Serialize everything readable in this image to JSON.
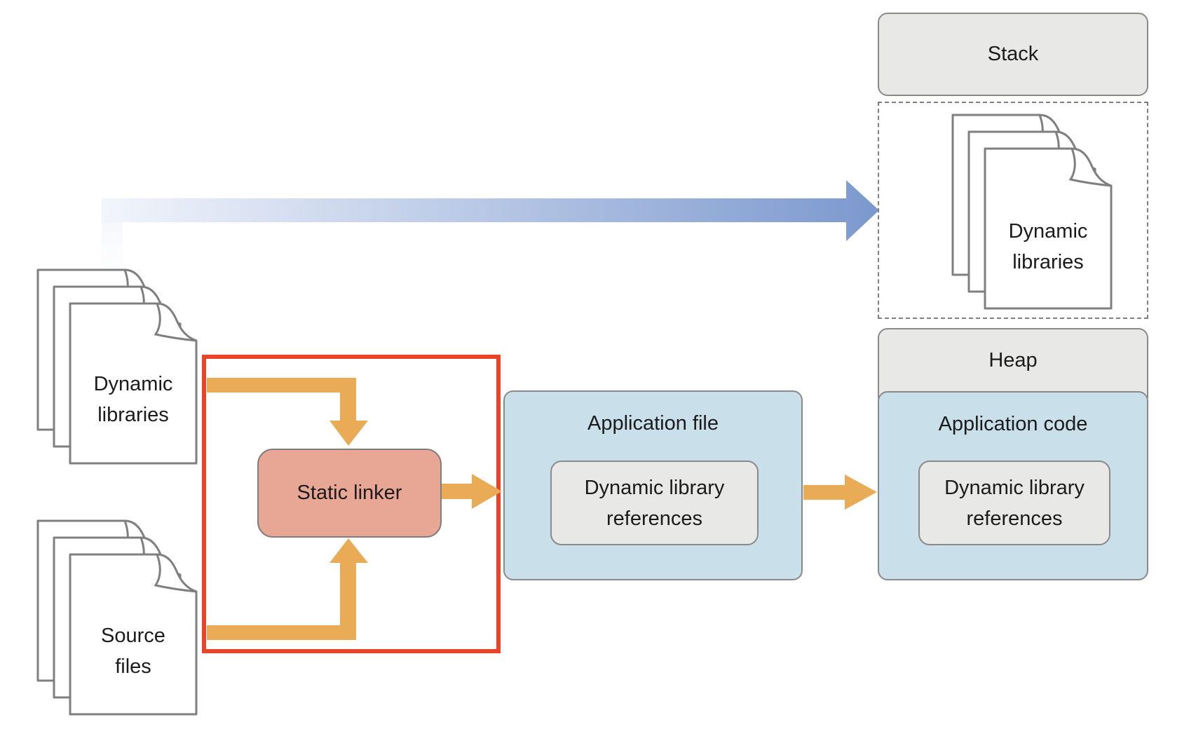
{
  "colors": {
    "orange": "#E9AB55",
    "red": "#E9432A",
    "blue_arrow_start": "#F2F5FB",
    "blue_arrow_end": "#7B98CE",
    "box_blue": "#C9E0EA",
    "box_gray": "#E8E9E7",
    "linker_fill": "#E8A795"
  },
  "memory": {
    "stack_label": "Stack",
    "heap_label": "Heap",
    "loaded_libraries": {
      "line1": "Dynamic",
      "line2": "libraries"
    },
    "application_code": {
      "title": "Application code",
      "ref_line1": "Dynamic library",
      "ref_line2": "references"
    }
  },
  "inputs": {
    "dynamic_libraries": {
      "line1": "Dynamic",
      "line2": "libraries"
    },
    "source_files": {
      "line1": "Source",
      "line2": "files"
    }
  },
  "linker": {
    "label": "Static linker"
  },
  "application_file": {
    "title": "Application file",
    "ref_line1": "Dynamic library",
    "ref_line2": "references"
  }
}
